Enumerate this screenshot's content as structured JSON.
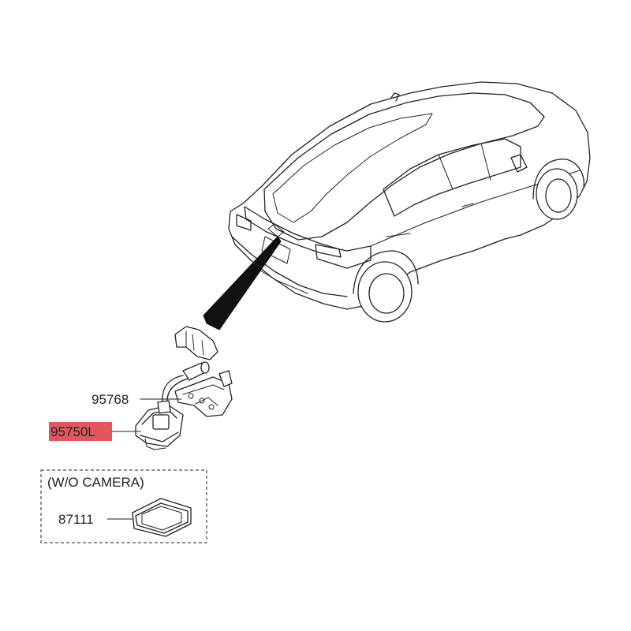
{
  "parts": {
    "harness": {
      "number": "95768"
    },
    "camera": {
      "number": "95750L",
      "highlight_color": "#e0585b"
    },
    "without_camera": {
      "caption": "(W/O CAMERA)",
      "cover_number": "87111"
    }
  },
  "colors": {
    "line": "#222222",
    "highlight": "#e0585b",
    "background": "#ffffff"
  }
}
